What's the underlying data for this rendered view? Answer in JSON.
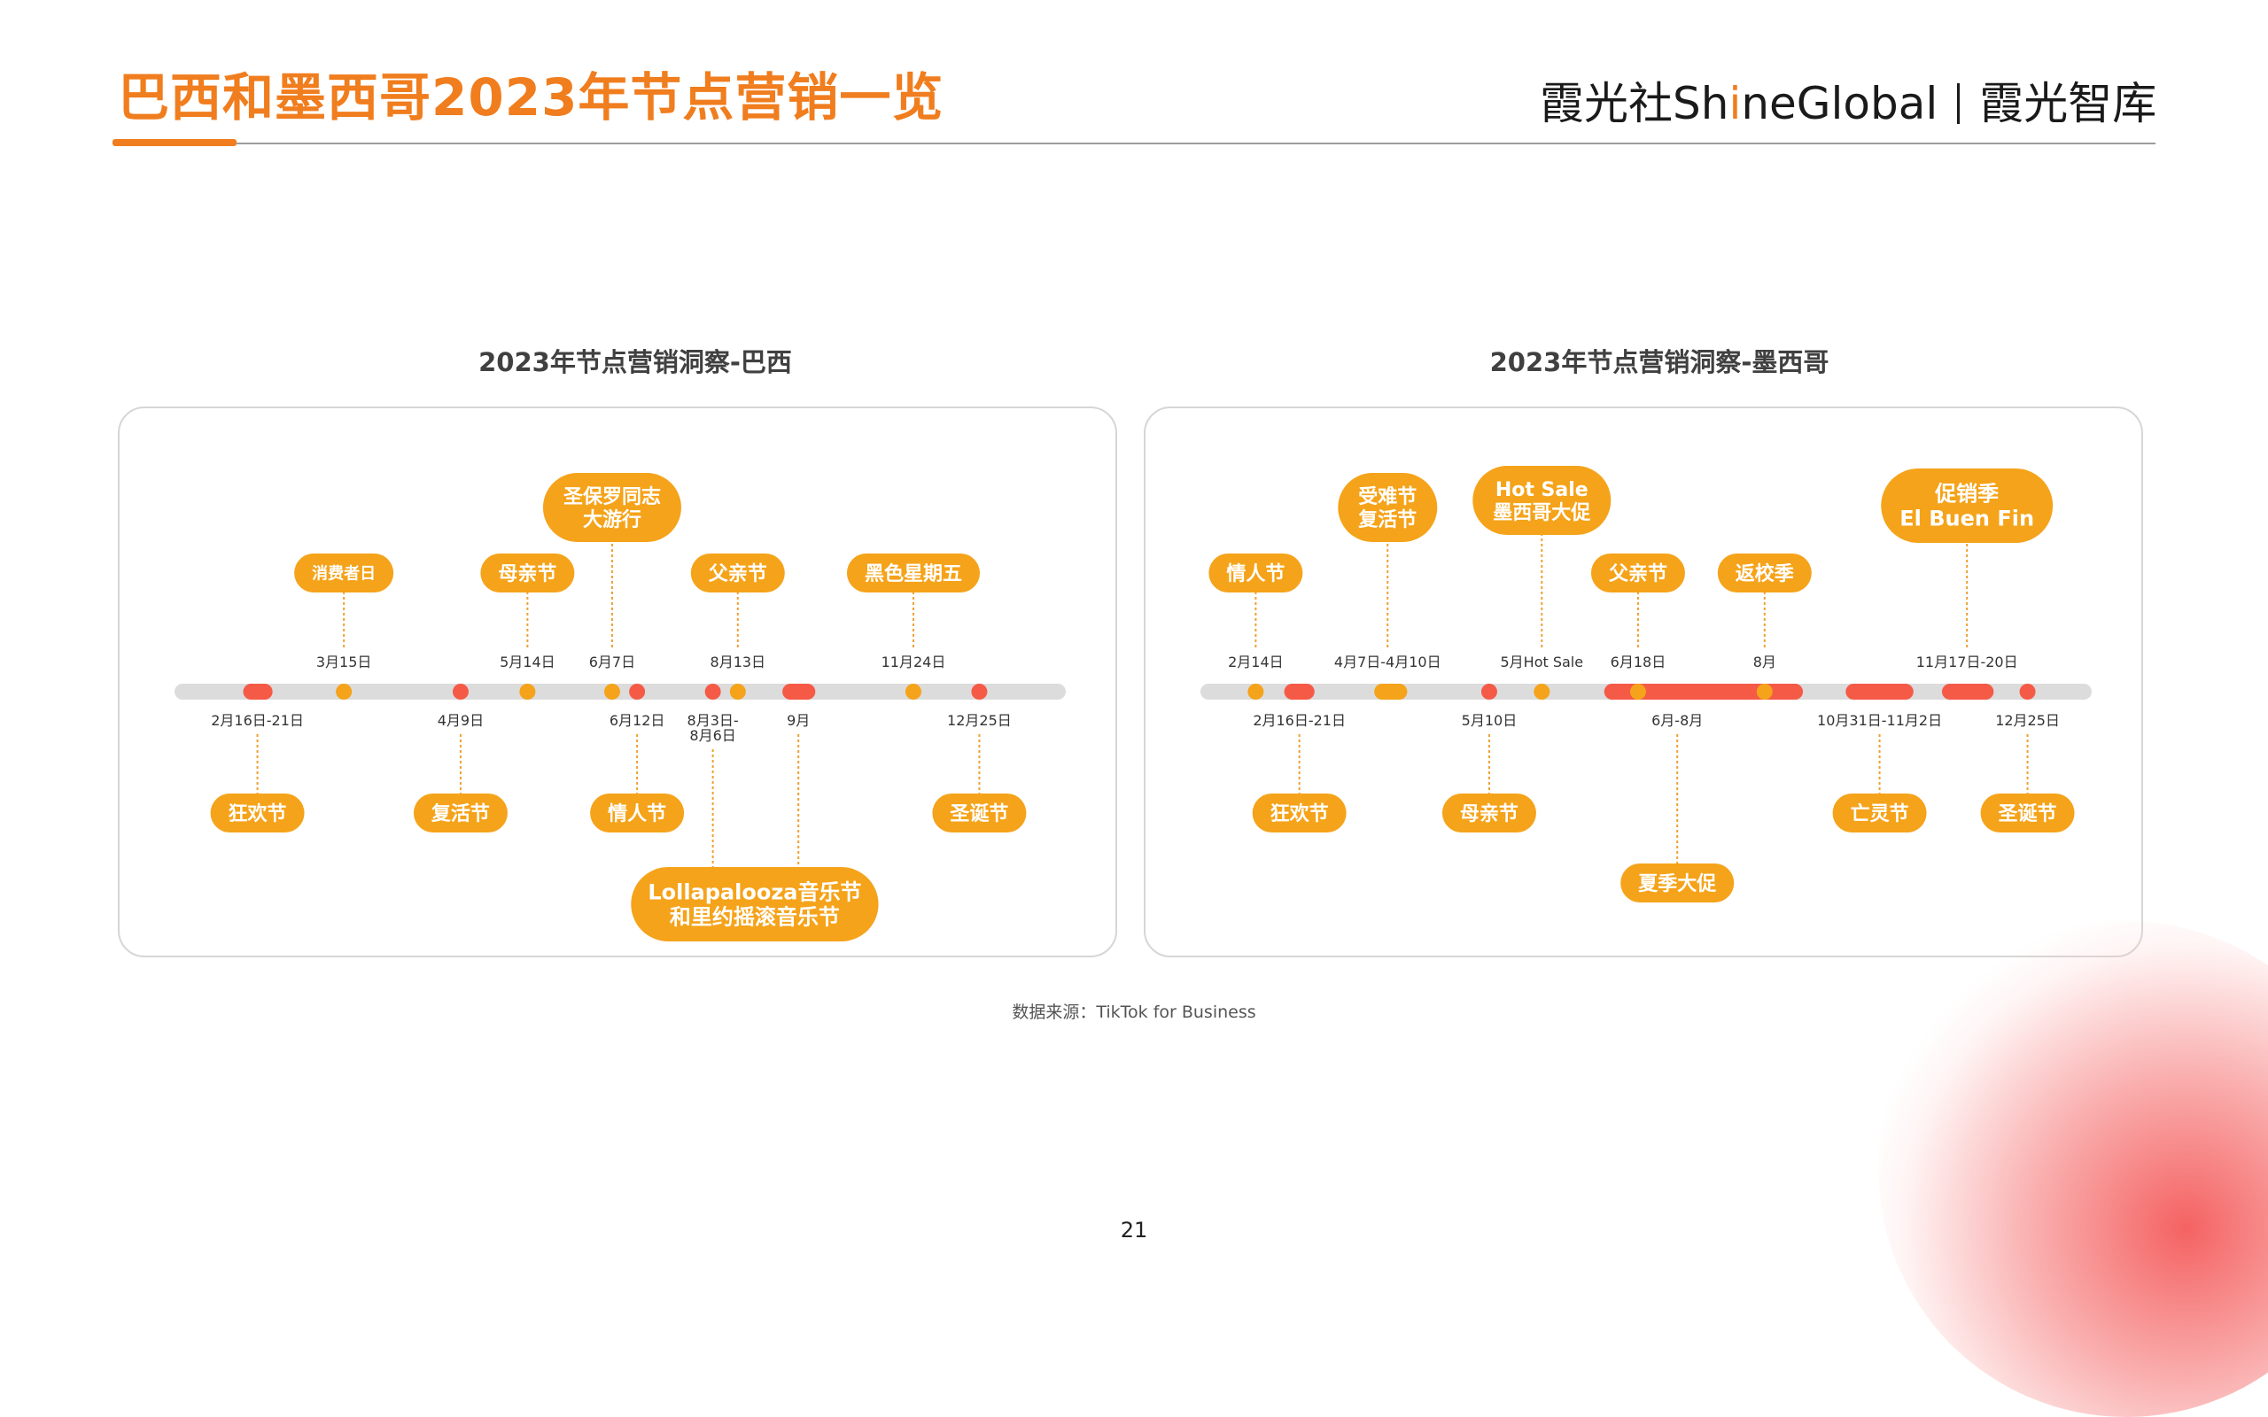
{
  "page": {
    "title": "巴西和墨西哥2023年节点营销一览",
    "brand": {
      "a": "霞光社Sh",
      "hi": "i",
      "b": "neGlobal",
      "c": "霞光智库"
    },
    "source": "数据来源：TikTok for Business",
    "page_number": "21"
  },
  "colors": {
    "accent": "#f07d1e",
    "bubble": "#f5a31a",
    "red": "#f55a47",
    "track": "#dcdcdc",
    "dotted": "#f0a030"
  },
  "panels": [
    {
      "title": "2023年节点营销洞察-巴西",
      "axis_range": [
        0,
        1000
      ],
      "markers": [
        {
          "type": "bar",
          "from": 77,
          "to": 110
        },
        {
          "type": "dot",
          "color": "orange",
          "at": 190
        },
        {
          "type": "dot",
          "color": "red",
          "at": 321
        },
        {
          "type": "dot",
          "color": "orange",
          "at": 396
        },
        {
          "type": "dot",
          "color": "orange",
          "at": 491
        },
        {
          "type": "dot",
          "color": "red",
          "at": 519
        },
        {
          "type": "dot",
          "color": "red",
          "at": 604
        },
        {
          "type": "dot",
          "color": "orange",
          "at": 632
        },
        {
          "type": "bar",
          "from": 682,
          "to": 719
        },
        {
          "type": "dot",
          "color": "orange",
          "at": 829
        },
        {
          "type": "dot",
          "color": "red",
          "at": 903
        }
      ],
      "labels": [
        {
          "at": 190,
          "side": "top",
          "date": "3月15日",
          "event": [
            "消费者日"
          ],
          "size": "s",
          "level": 0
        },
        {
          "at": 396,
          "side": "top",
          "date": "5月14日",
          "event": [
            "母亲节"
          ],
          "size": "m",
          "level": 0
        },
        {
          "at": 491,
          "side": "top",
          "date": "6月7日",
          "event": [
            "圣保罗同志",
            "大游行"
          ],
          "size": "m",
          "level": 1
        },
        {
          "at": 632,
          "side": "top",
          "date": "8月13日",
          "event": [
            "父亲节"
          ],
          "size": "m",
          "level": 0
        },
        {
          "at": 829,
          "side": "top",
          "date": "11月24日",
          "event": [
            "黑色星期五"
          ],
          "size": "m",
          "level": 0
        },
        {
          "at": 93,
          "side": "bottom",
          "date": "2月16日-21日",
          "event": [
            "狂欢节"
          ],
          "size": "m",
          "level": 0
        },
        {
          "at": 321,
          "side": "bottom",
          "date": "4月9日",
          "event": [
            "复活节"
          ],
          "size": "m",
          "level": 0
        },
        {
          "at": 519,
          "side": "bottom",
          "date": "6月12日",
          "event": [
            "情人节"
          ],
          "size": "m",
          "level": 0
        },
        {
          "at": 604,
          "side": "bottom",
          "date": "8月3日-\n8月6日",
          "event": [],
          "size": "m",
          "level": 0,
          "line_to": 1
        },
        {
          "at": 700,
          "side": "bottom",
          "date": "9月",
          "event": [
            "Lollapalooza音乐节",
            "和里约摇滚音乐节"
          ],
          "size": "l",
          "level": 1,
          "bubble_at": 651
        },
        {
          "at": 903,
          "side": "bottom",
          "date": "12月25日",
          "event": [
            "圣诞节"
          ],
          "size": "m",
          "level": 0
        }
      ]
    },
    {
      "title": "2023年节点营销洞察-墨西哥",
      "axis_range": [
        0,
        1000
      ],
      "markers": [
        {
          "type": "dot",
          "color": "orange",
          "at": 62
        },
        {
          "type": "bar",
          "from": 94,
          "to": 128
        },
        {
          "type": "bar",
          "from": 195,
          "to": 232,
          "color": "orange"
        },
        {
          "type": "dot",
          "color": "red",
          "at": 324
        },
        {
          "type": "dot",
          "color": "orange",
          "at": 383
        },
        {
          "type": "bar",
          "from": 453,
          "to": 676
        },
        {
          "type": "dot",
          "color": "orange",
          "at": 491
        },
        {
          "type": "dot",
          "color": "orange",
          "at": 633
        },
        {
          "type": "bar",
          "from": 724,
          "to": 800
        },
        {
          "type": "bar",
          "from": 832,
          "to": 890
        },
        {
          "type": "dot",
          "color": "red",
          "at": 928
        }
      ],
      "labels": [
        {
          "at": 62,
          "side": "top",
          "date": "2月14日",
          "event": [
            "情人节"
          ],
          "size": "m",
          "level": 0
        },
        {
          "at": 210,
          "side": "top",
          "date": "4月7日-4月10日",
          "event": [
            "受难节",
            "复活节"
          ],
          "size": "m",
          "level": 1
        },
        {
          "at": 383,
          "side": "top",
          "date": "5月Hot Sale",
          "event": [
            "Hot Sale",
            "墨西哥大促"
          ],
          "size": "m",
          "level": 2
        },
        {
          "at": 491,
          "side": "top",
          "date": "6月18日",
          "event": [
            "父亲节"
          ],
          "size": "m",
          "level": 0
        },
        {
          "at": 633,
          "side": "top",
          "date": "8月",
          "event": [
            "返校季"
          ],
          "size": "m",
          "level": 0
        },
        {
          "at": 860,
          "side": "top",
          "date": "11月17日-20日",
          "event": [
            "促销季",
            "El Buen Fin"
          ],
          "size": "l",
          "level": 1
        },
        {
          "at": 111,
          "side": "bottom",
          "date": "2月16日-21日",
          "event": [
            "狂欢节"
          ],
          "size": "m",
          "level": 0
        },
        {
          "at": 324,
          "side": "bottom",
          "date": "5月10日",
          "event": [
            "母亲节"
          ],
          "size": "m",
          "level": 0
        },
        {
          "at": 535,
          "side": "bottom",
          "date": "6月-8月",
          "event": [
            "夏季大促"
          ],
          "size": "m",
          "level": 1
        },
        {
          "at": 762,
          "side": "bottom",
          "date": "10月31日-11月2日",
          "event": [
            "亡灵节"
          ],
          "size": "m",
          "level": 0
        },
        {
          "at": 928,
          "side": "bottom",
          "date": "12月25日",
          "event": [
            "圣诞节"
          ],
          "size": "m",
          "level": 0
        }
      ]
    }
  ]
}
